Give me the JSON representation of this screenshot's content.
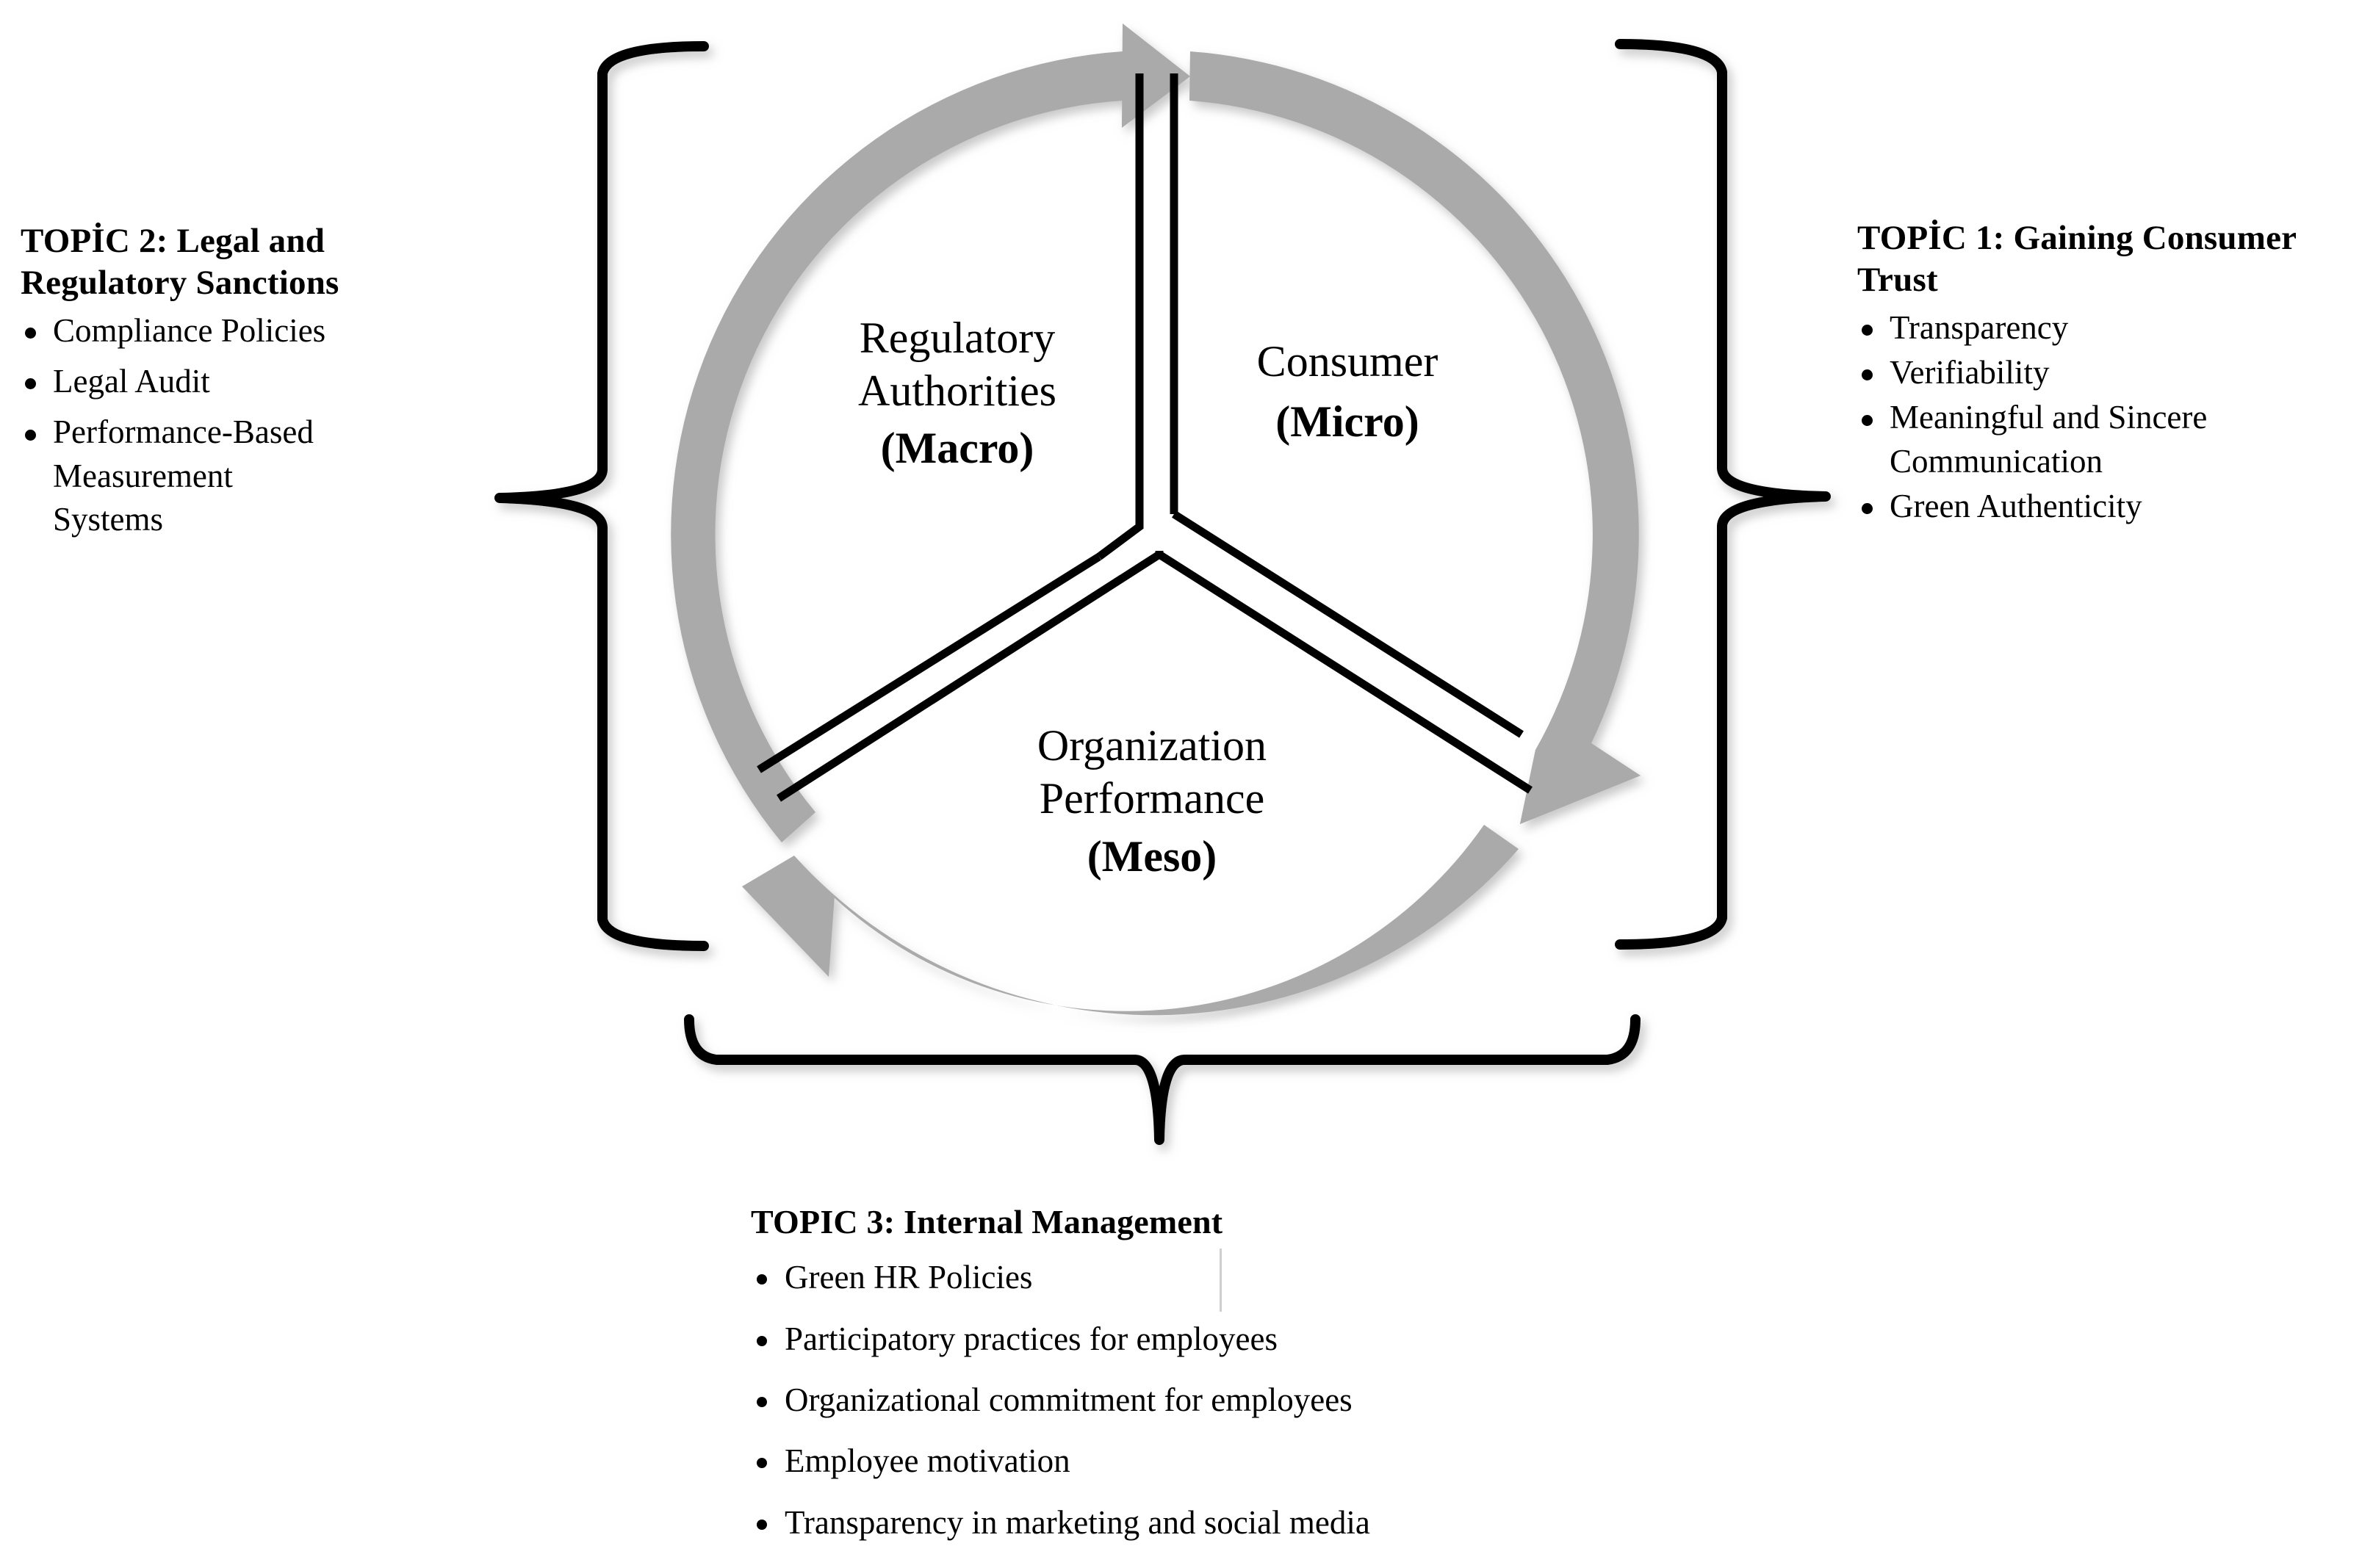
{
  "diagram": {
    "title_semantic": "three-topic circular sustainability framework",
    "colors": {
      "ring_gray": "#aaaaaa",
      "line_black": "#000000",
      "background": "#ffffff",
      "artifact_gray": "#cfcfcf"
    },
    "circle": {
      "segments": [
        {
          "id": "macro",
          "lines": [
            "Regulatory",
            "Authorities"
          ],
          "bold_line": "(Macro)"
        },
        {
          "id": "micro",
          "lines": [
            "Consumer"
          ],
          "bold_line": "(Micro)"
        },
        {
          "id": "meso",
          "lines": [
            "Organization",
            "Performance"
          ],
          "bold_line": "(Meso)"
        }
      ]
    }
  },
  "topics": {
    "left": {
      "heading": "TOPİC 2: Legal and Regulatory Sanctions",
      "items": [
        "Compliance Policies",
        "Legal Audit",
        "Performance-Based\nMeasurement\nSystems"
      ]
    },
    "right": {
      "heading": "TOPİC 1: Gaining Consumer Trust",
      "items": [
        "Transparency",
        "Verifiability",
        "Meaningful and Sincere\nCommunication",
        "Green Authenticity"
      ]
    },
    "bottom": {
      "heading": "TOPIC 3: Internal Management",
      "items": [
        "Green HR Policies",
        "Participatory practices  for employees",
        "Organizational  commitment  for employees",
        "Employee motivation",
        "Transparency in marketing and social media"
      ]
    }
  }
}
